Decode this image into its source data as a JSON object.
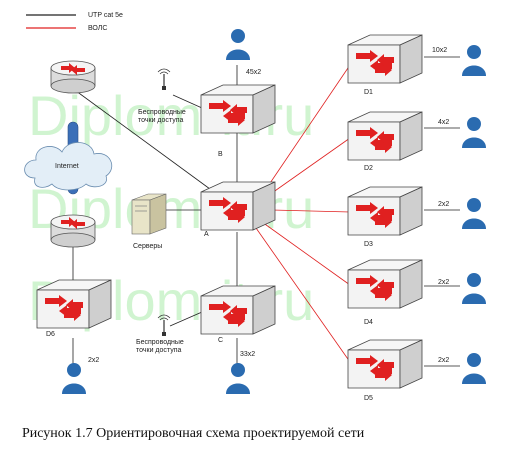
{
  "legend": {
    "utp": {
      "label": "UTP cat 5e",
      "color": "#222222"
    },
    "fiber": {
      "label": "ВОЛС",
      "color": "#e02020"
    }
  },
  "watermark": "Diplom-it.ru",
  "internet_label": "Internet",
  "servers_label": "Серверы",
  "wireless_label_line1": "Беспроводные",
  "wireless_label_line2": "точки доступа",
  "switches": {
    "A": "A",
    "B": "B",
    "C": "C",
    "D1": "D1",
    "D2": "D2",
    "D3": "D3",
    "D4": "D4",
    "D5": "D5",
    "D6": "D6"
  },
  "user_counts": {
    "B": "45x2",
    "C": "33x2",
    "D1": "10x2",
    "D2": "4x2",
    "D3": "2x2",
    "D4": "2x2",
    "D5": "2x2",
    "D6": "2x2"
  },
  "caption": "Рисунок  1.7 Ориентировочная схема проектируемой сети",
  "colors": {
    "switch_top": "#f4f4f4",
    "switch_side": "#cfcfcf",
    "arrow": "#e02020",
    "user": "#2a6bb0"
  }
}
